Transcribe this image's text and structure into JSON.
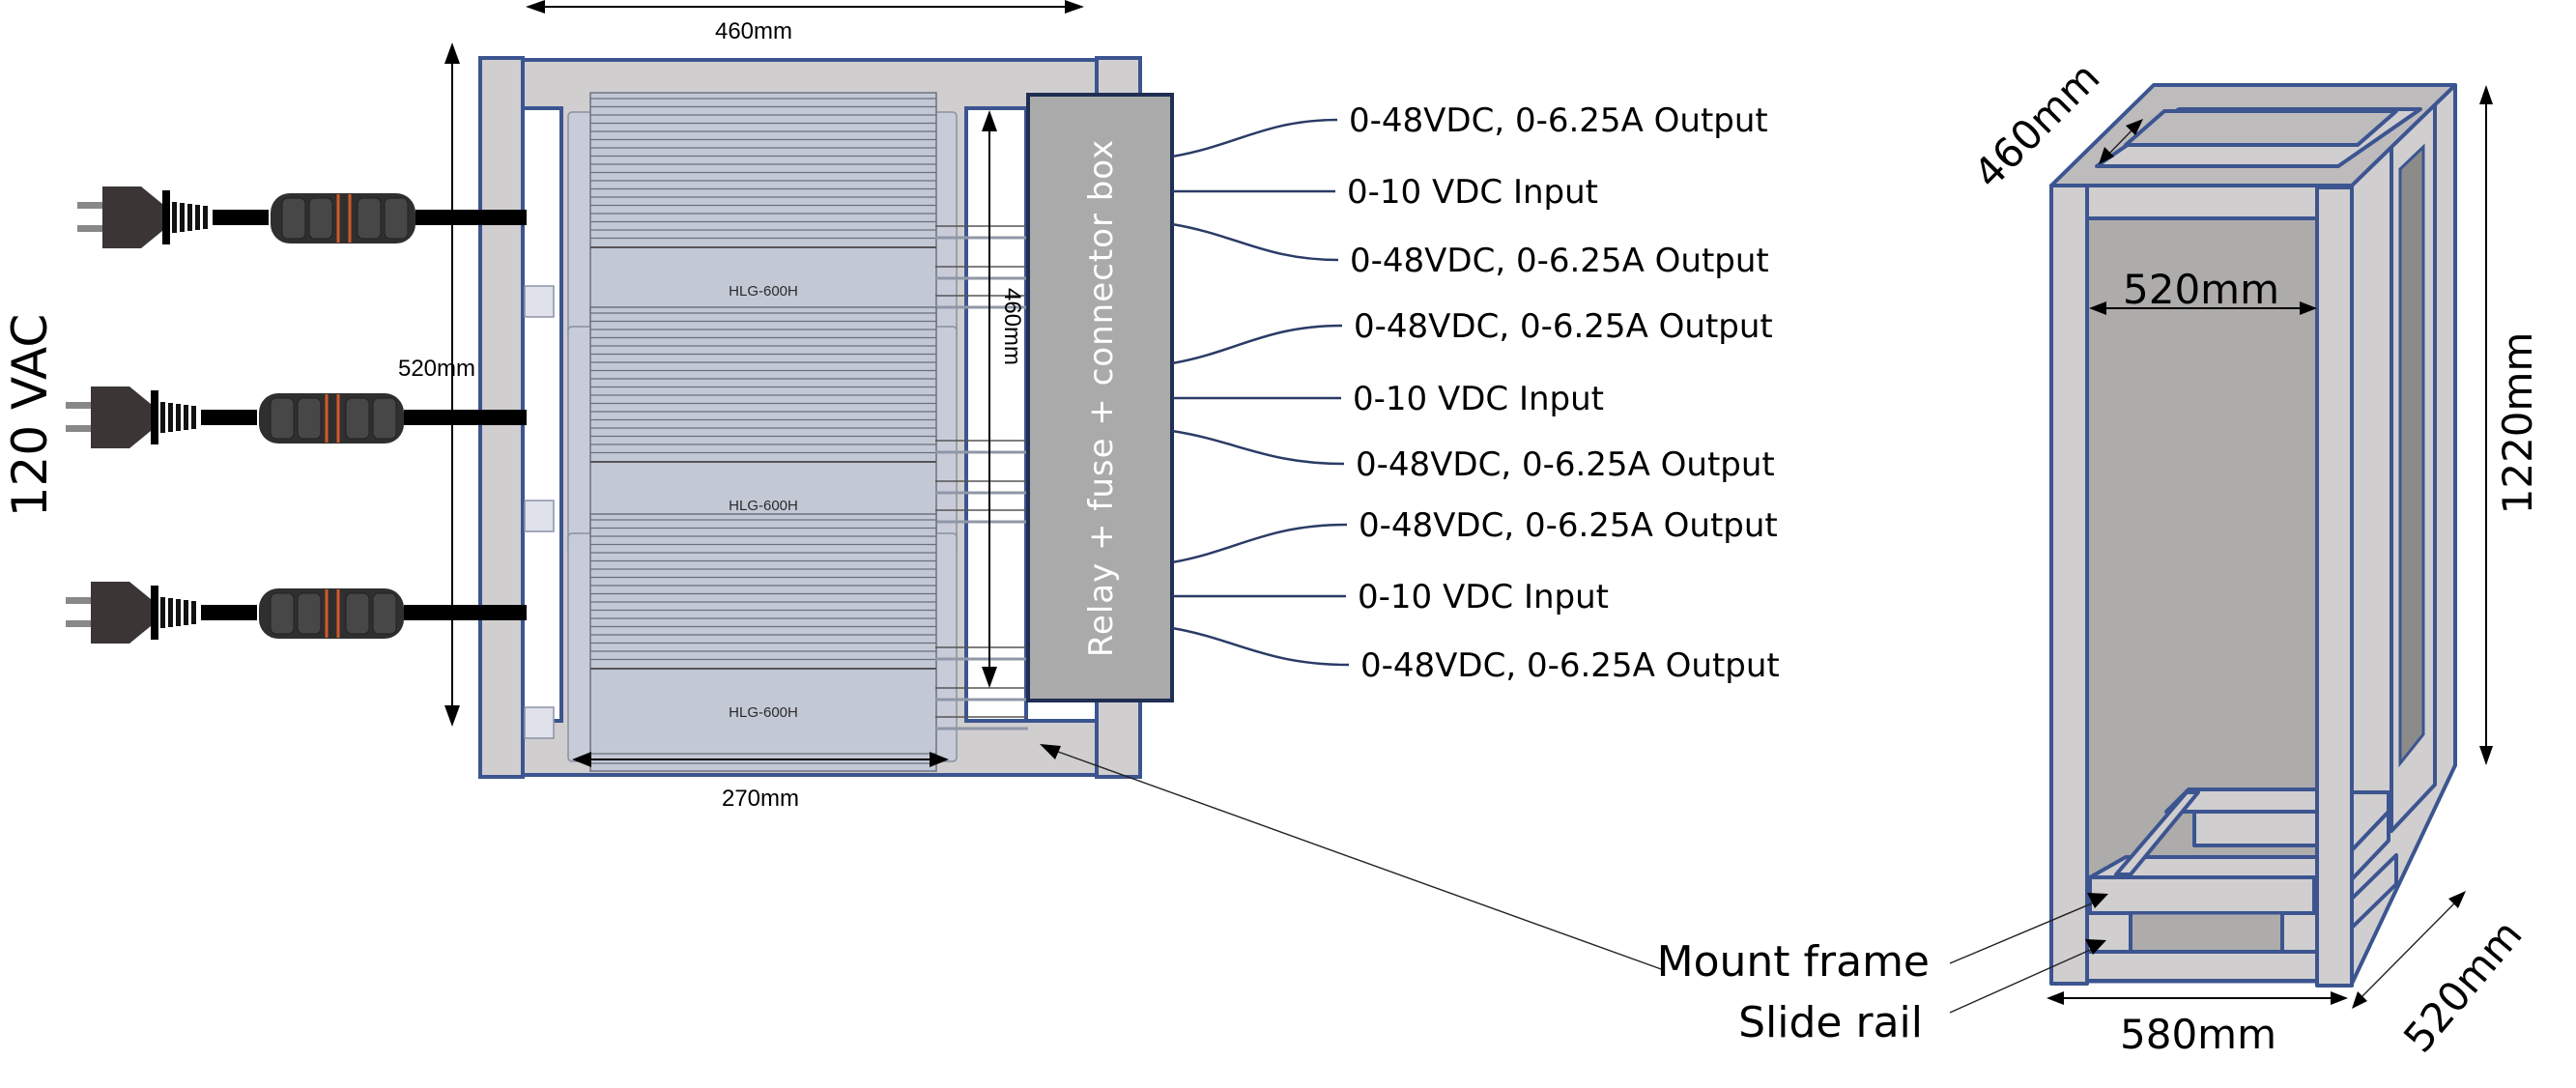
{
  "title": "Power supply mount frame and cabinet layout",
  "input": {
    "voltage_label": "120 VAC",
    "plug_count": 3
  },
  "mount_frame": {
    "width_label": "460mm",
    "height_label": "520mm",
    "inner_height_label": "460mm",
    "psu_width_label": "270mm",
    "power_supplies": [
      {
        "model": "HLG-600H"
      },
      {
        "model": "HLG-600H"
      },
      {
        "model": "HLG-600H"
      }
    ],
    "relay_box_label": "Relay + fuse + connector box"
  },
  "connections": [
    {
      "label": "0-48VDC, 0-6.25A Output",
      "type": "output"
    },
    {
      "label": "0-10 VDC Input",
      "type": "input"
    },
    {
      "label": "0-48VDC, 0-6.25A Output",
      "type": "output"
    },
    {
      "label": "0-48VDC, 0-6.25A Output",
      "type": "output"
    },
    {
      "label": "0-10 VDC Input",
      "type": "input"
    },
    {
      "label": "0-48VDC, 0-6.25A Output",
      "type": "output"
    },
    {
      "label": "0-48VDC, 0-6.25A Output",
      "type": "output"
    },
    {
      "label": "0-10 VDC Input",
      "type": "input"
    },
    {
      "label": "0-48VDC, 0-6.25A Output",
      "type": "output"
    }
  ],
  "cabinet": {
    "depth_top_label": "460mm",
    "inner_width_label": "520mm",
    "height_label": "1220mm",
    "width_label": "580mm",
    "depth_bottom_label": "520mm",
    "callouts": [
      {
        "label": "Mount frame"
      },
      {
        "label": "Slide rail"
      }
    ]
  },
  "colors": {
    "frame_fill": "#d0cecf",
    "frame_stroke": "#3c5590",
    "relay_box_fill": "#aaaaaa",
    "wire": "#2a3b66",
    "psu_fill": "#c3c8d5",
    "cabinet_interior": "#adacab"
  }
}
